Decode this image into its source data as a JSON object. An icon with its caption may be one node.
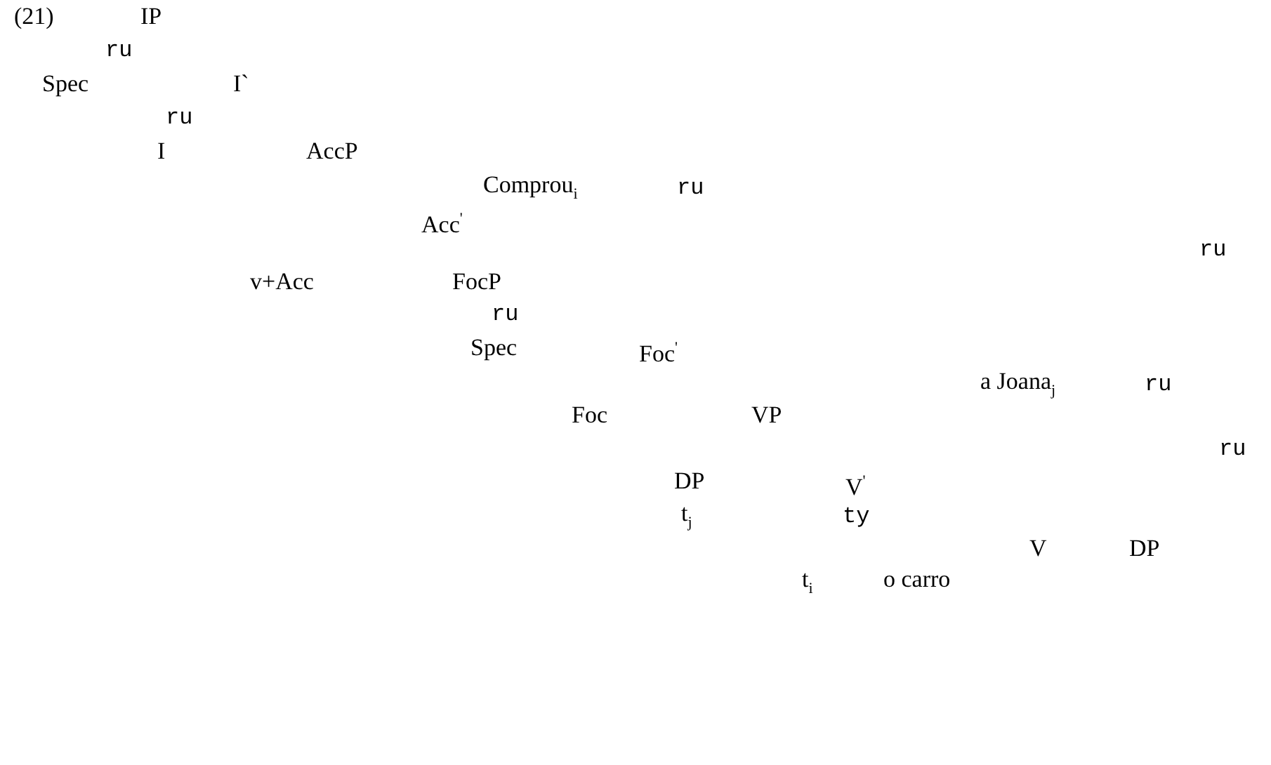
{
  "diagram": {
    "labels": [
      "(21)",
      "IP",
      "ru",
      "Spec",
      "I`",
      "ru",
      "I",
      "AccP",
      "Comprou$_{i}$",
      "ru",
      "Acc$^{'}$",
      "ru",
      "v+Acc",
      "FocP",
      "ru",
      "Spec",
      "Foc$^{'}$",
      "a Joana$_{j}$",
      "ru",
      "Foc",
      "VP",
      "ru",
      "DP",
      "V$^{'}$",
      "t$_{j}$",
      "ty",
      "V",
      "DP",
      "t$_{i}$",
      "o carro"
    ]
  }
}
